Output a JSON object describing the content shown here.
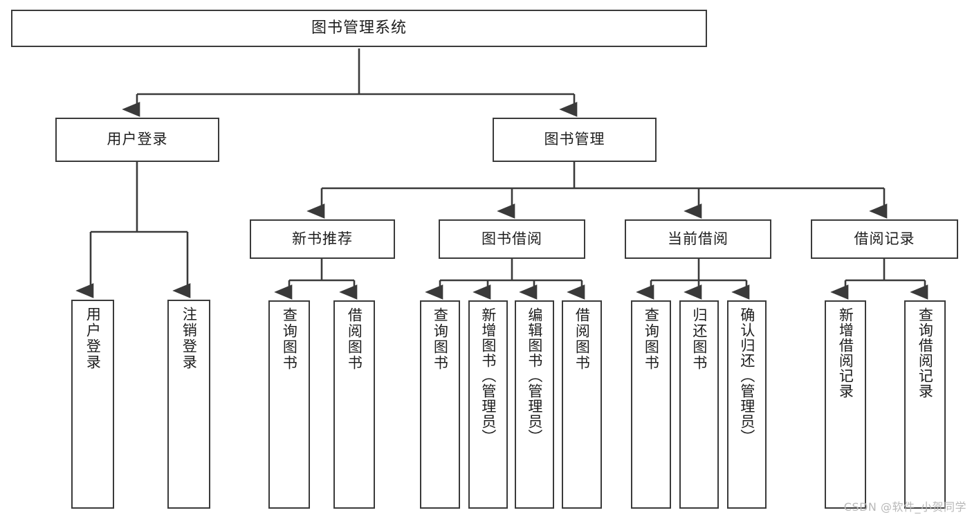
{
  "diagram": {
    "title": "图书管理系统",
    "watermark": "CSDN @软件_小贺同学",
    "accent_color": "#3a3a3a",
    "background_color": "#ffffff",
    "text_color": "#1d1d1d",
    "root": {
      "label": "图书管理系统"
    },
    "tier2": [
      {
        "label": "用户登录"
      },
      {
        "label": "图书管理"
      }
    ],
    "tier3": [
      {
        "label": "新书推荐"
      },
      {
        "label": "图书借阅"
      },
      {
        "label": "当前借阅"
      },
      {
        "label": "借阅记录"
      }
    ],
    "leaves": {
      "user_login": [
        {
          "label": "用户登录"
        },
        {
          "label": "注销登录"
        }
      ],
      "new_book": [
        {
          "label": "查询图书"
        },
        {
          "label": "借阅图书"
        }
      ],
      "book_borrow": [
        {
          "label": "查询图书"
        },
        {
          "label": "新增图书（管理员）"
        },
        {
          "label": "编辑图书（管理员）"
        },
        {
          "label": "借阅图书"
        }
      ],
      "current_borrow": [
        {
          "label": "查询图书"
        },
        {
          "label": "归还图书"
        },
        {
          "label": "确认归还（管理员）"
        }
      ],
      "borrow_record": [
        {
          "label": "新增借阅记录"
        },
        {
          "label": "查询借阅记录"
        }
      ]
    }
  }
}
